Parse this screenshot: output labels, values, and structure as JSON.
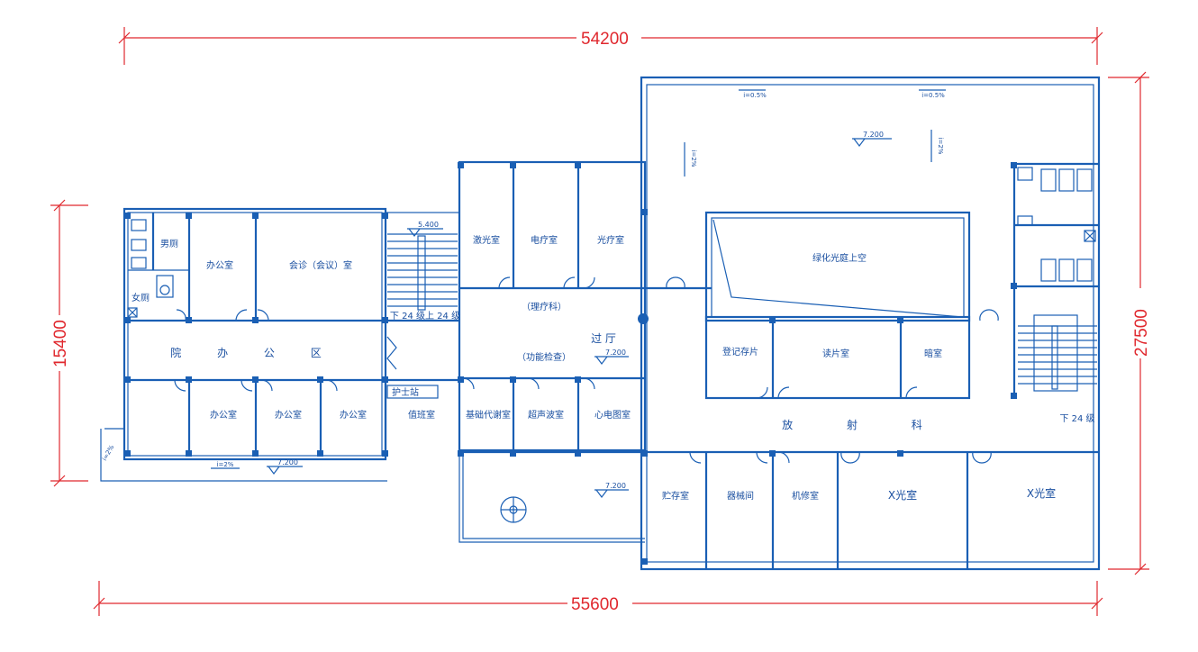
{
  "dimensions": {
    "top": "54200",
    "bottom": "55600",
    "left": "15400",
    "right": "27500"
  },
  "rooms": {
    "office_1": "办公室",
    "consult_meeting": "会诊（会议）室",
    "laser": "激光室",
    "electro_therapy": "电疗室",
    "light_therapy": "光疗室",
    "green_atrium": "绿化光庭上空",
    "physio": "（理疗科）",
    "hall": "过 厅",
    "func_exam": "（功能检查）",
    "registration": "登记存片",
    "reading": "读片室",
    "darkroom": "暗室",
    "admin_area": "院 办 公 区",
    "office_2": "办公室",
    "office_3": "办公室",
    "office_4": "办公室",
    "duty": "值班室",
    "nurse_station": "护士站",
    "basal_metabolism": "基础代谢室",
    "ultrasound": "超声波室",
    "ecg": "心电图室",
    "radiology": "放 射 科",
    "storage": "贮存室",
    "equipment": "器械间",
    "control": "机修室",
    "xray_1": "X光室",
    "xray_2": "X光室",
    "male_wc": "男厕",
    "female_wc": "女厕"
  },
  "stairs": {
    "left_label": "下 24 级上 24 级",
    "right_label": "下 24 级"
  },
  "elevations": {
    "stair_top": "5.400",
    "roof": "7.200",
    "hall": "7.200",
    "terrace": "7.200",
    "bottom_left": "7.200"
  },
  "slopes": {
    "roof_1": "i=0.5%",
    "roof_2": "i=0.5%",
    "bottom": "i=2%",
    "vert_1": "i=2%",
    "vert_2": "i=2%",
    "corner": "i=2%"
  }
}
